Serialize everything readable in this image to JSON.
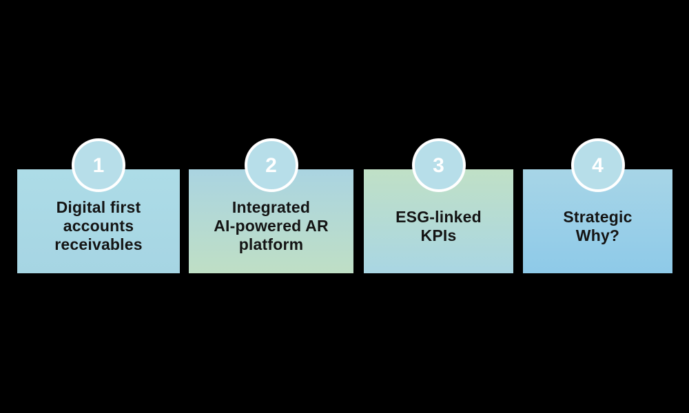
{
  "background_color": "#000000",
  "palette": {
    "circle_fill": "#b7dee9",
    "circle_border": "#ffffff",
    "number_color": "#ffffff",
    "text_color": "#141414"
  },
  "cards": [
    {
      "number": "1",
      "lines": [
        "Digital first",
        "accounts",
        "receivables"
      ],
      "gradient_from": "#addce7",
      "gradient_to": "#a6d5e3"
    },
    {
      "number": "2",
      "lines": [
        "Integrated",
        "AI-powered AR",
        "platform"
      ],
      "gradient_from": "#aad4e1",
      "gradient_to": "#bfdfc5"
    },
    {
      "number": "3",
      "lines": [
        "ESG-linked",
        "KPIs"
      ],
      "gradient_from": "#c0e0c6",
      "gradient_to": "#a9d6e3"
    },
    {
      "number": "4",
      "lines": [
        "Strategic",
        "Why?"
      ],
      "gradient_from": "#a7d5e7",
      "gradient_to": "#8ecae8"
    }
  ]
}
